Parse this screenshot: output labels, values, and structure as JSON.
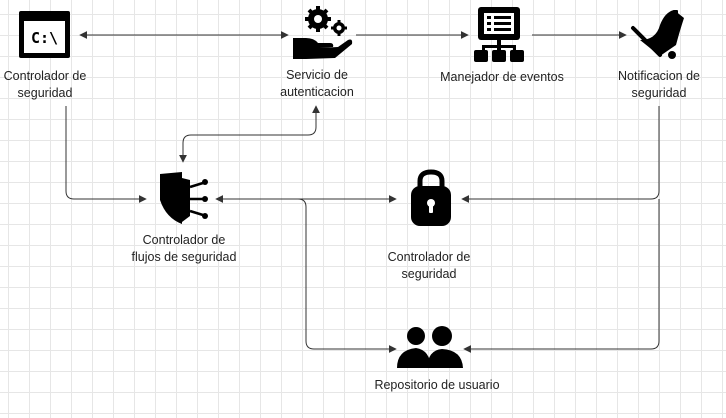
{
  "colors": {
    "icon": "#000000",
    "edge": "#333333",
    "text": "#222222",
    "grid": "#e6e6e6"
  },
  "terminal_glyph": "C:\\",
  "nodes": {
    "controlador_top": {
      "label": "Controlador de seguridad",
      "icon": "terminal-icon"
    },
    "servicio": {
      "label": "Servicio de autenticacion",
      "icon": "hand-gears-icon"
    },
    "manejador": {
      "label": "Manejador de eventos",
      "icon": "event-network-icon"
    },
    "notificacion": {
      "label": "Notificacion de seguridad",
      "icon": "bell-slash-icon"
    },
    "flujos": {
      "label": "Controlador de flujos de seguridad",
      "icon": "shield-flows-icon"
    },
    "controlador_mid": {
      "label": "Controlador de seguridad",
      "icon": "padlock-icon"
    },
    "repositorio": {
      "label": "Repositorio de usuario",
      "icon": "users-icon"
    }
  }
}
